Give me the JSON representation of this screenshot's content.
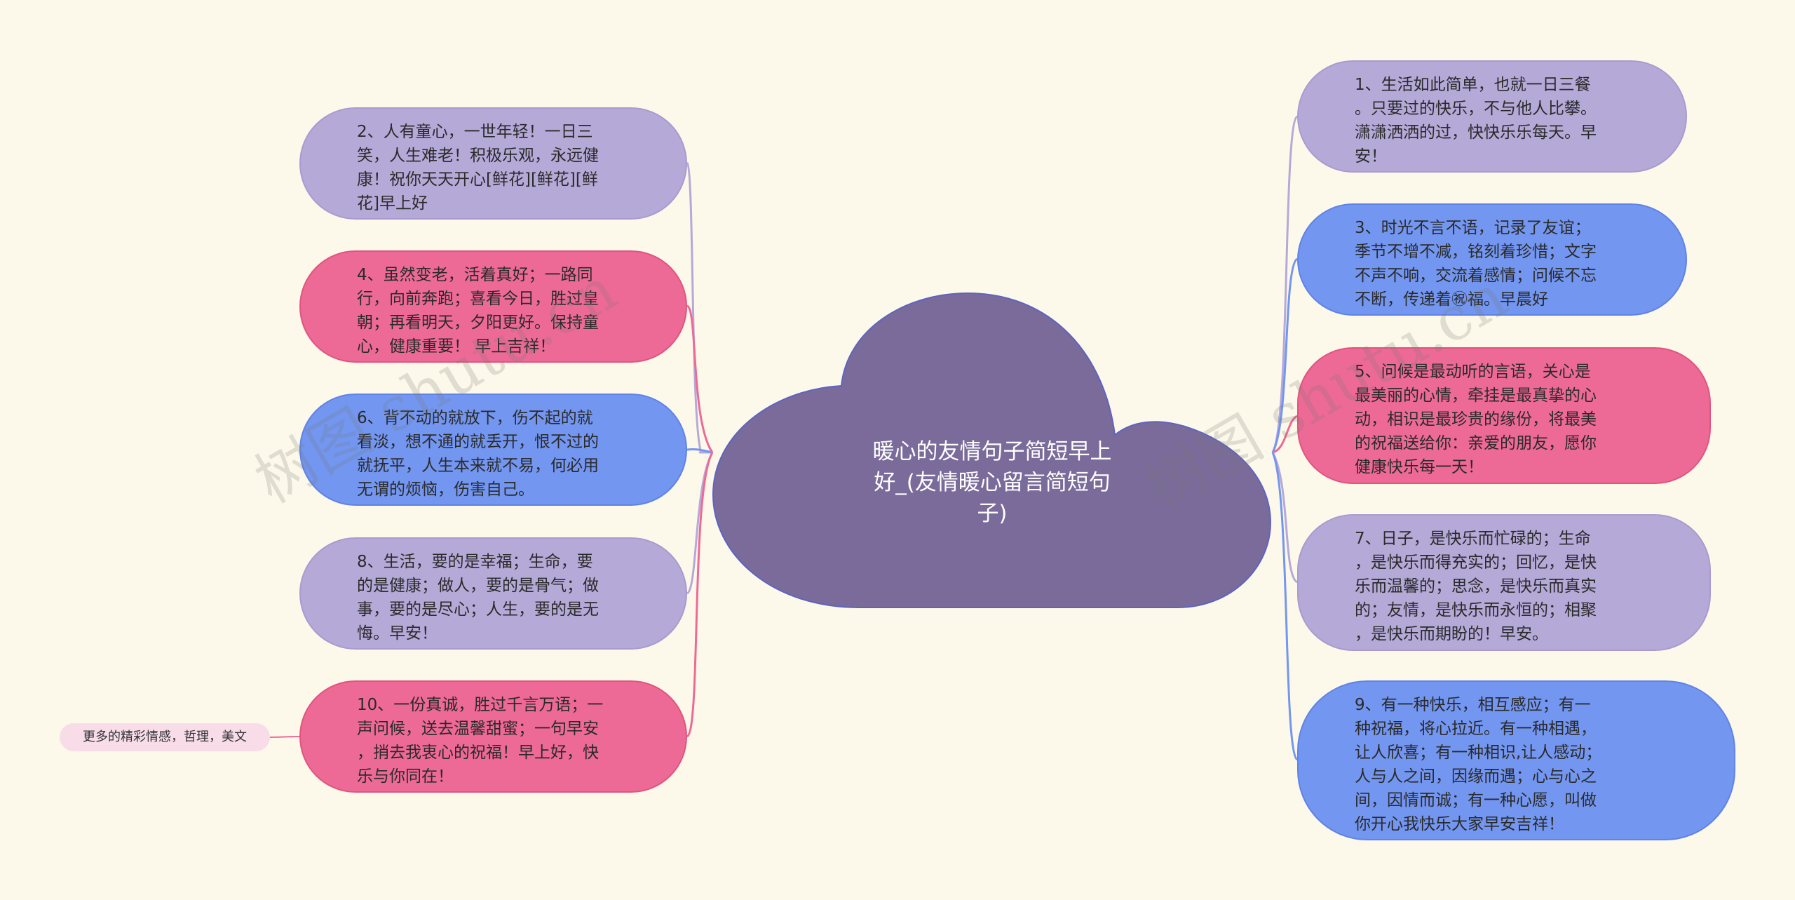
{
  "center": {
    "title": "暖心的友情句子简短早上\n好_(友情暖心留言简短句\n子)"
  },
  "left_nodes": [
    {
      "text": "2、人有童心，一世年轻！一日三\n笑，人生难老！积极乐观，永远健\n康！祝你天天开心[鲜花][鲜花][鲜\n花]早上好",
      "color": "purple"
    },
    {
      "text": "4、虽然变老，活着真好；一路同\n行，向前奔跑；喜看今日，胜过皇\n朝；再看明天，夕阳更好。保持童\n心，健康重要！  早上吉祥！",
      "color": "pink"
    },
    {
      "text": "6、背不动的就放下，伤不起的就\n看淡，想不通的就丢开，恨不过的\n就抚平，人生本来就不易，何必用\n无谓的烦恼，伤害自己。",
      "color": "blue"
    },
    {
      "text": "8、生活，要的是幸福；生命，要\n的是健康；做人，要的是骨气；做\n事，要的是尽心；人生，要的是无\n悔。早安！",
      "color": "purple"
    },
    {
      "text": "10、一份真诚，胜过千言万语；一\n声问候，送去温馨甜蜜；一句早安\n，捎去我衷心的祝福！早上好，快\n乐与你同在！",
      "color": "pink"
    }
  ],
  "right_nodes": [
    {
      "text": "1、生活如此简单，也就一日三餐\n。只要过的快乐，不与他人比攀。\n潇潇洒洒的过，快快乐乐每天。早\n安！",
      "color": "purple"
    },
    {
      "text": "3、时光不言不语，记录了友谊；\n季节不增不减，铭刻着珍惜；文字\n不声不响，交流着感情；问候不忘\n不断，传递着㊗福。早晨好",
      "color": "blue"
    },
    {
      "text": "5、问候是最动听的言语，关心是\n最美丽的心情，牵挂是最真挚的心\n动，相识是最珍贵的缘份，将最美\n的祝福送给你：亲爱的朋友，愿你\n健康快乐每一天！",
      "color": "pink"
    },
    {
      "text": "7、日子，是快乐而忙碌的；生命\n，是快乐而得充实的；回忆，是快\n乐而温馨的；思念，是快乐而真实\n的；友情，是快乐而永恒的；相聚\n，是快乐而期盼的！早安。",
      "color": "purple"
    },
    {
      "text": "9、有一种快乐，相互感应；有一\n种祝福，将心拉近。有一种相遇，\n让人欣喜；有一种相识,让人感动；\n人与人之间，因缘而遇；心与心之\n间，因情而诚；有一种心愿，叫做\n你开心我快乐大家早安吉祥！",
      "color": "blue"
    }
  ],
  "extra_tag": {
    "text": "更多的精彩情感，哲理，美文"
  },
  "watermarks": [
    "树图 shutu.cn",
    "树图 shutu.cn"
  ],
  "colors": {
    "background": "#fdf9ea",
    "cloud": "#7a6b9a",
    "purple": "#b5a9d8",
    "pink": "#ee6a96",
    "blue": "#7396f0"
  }
}
